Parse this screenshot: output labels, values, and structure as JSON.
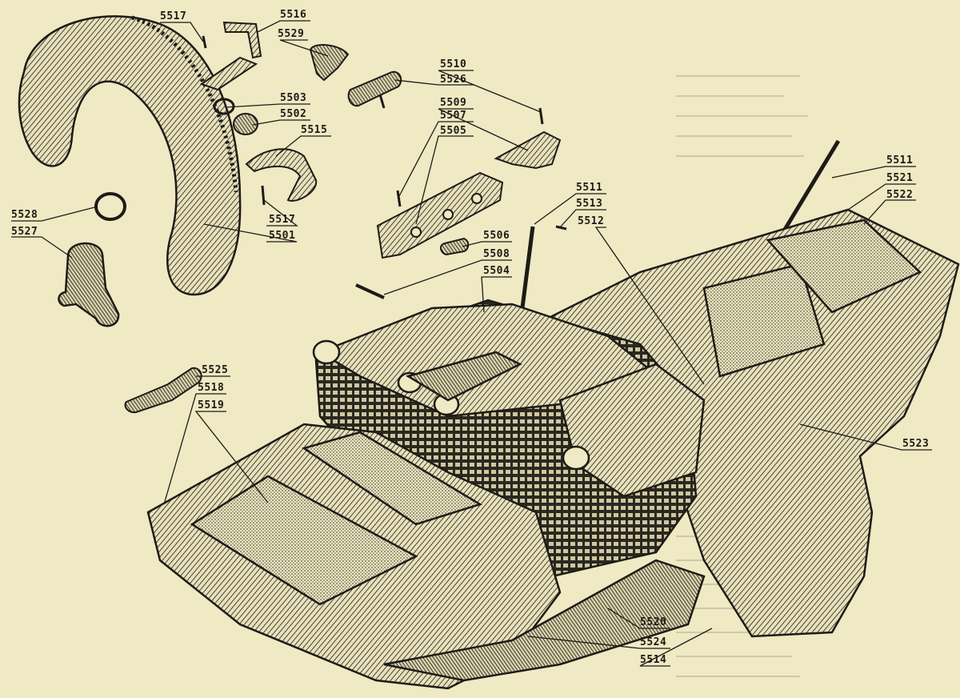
{
  "diagram": {
    "background_color": "#efe9c4",
    "ink_color": "#1c1b16",
    "labels": {
      "l5517a": "5517",
      "l5516": "5516",
      "l5529": "5529",
      "l5510": "5510",
      "l5526": "5526",
      "l5503": "5503",
      "l5509": "5509",
      "l5502": "5502",
      "l5507": "5507",
      "l5505": "5505",
      "l5515": "5515",
      "l5511a": "5511",
      "l5513": "5513",
      "l5511b": "5511",
      "l5521": "5521",
      "l5522": "5522",
      "l5528": "5528",
      "l5512": "5512",
      "l5527": "5527",
      "l5517b": "5517",
      "l5501": "5501",
      "l5506": "5506",
      "l5508": "5508",
      "l5504": "5504",
      "l5525": "5525",
      "l5518": "5518",
      "l5519": "5519",
      "l5523": "5523",
      "l5520": "5520",
      "l5524": "5524",
      "l5514": "5514"
    }
  }
}
